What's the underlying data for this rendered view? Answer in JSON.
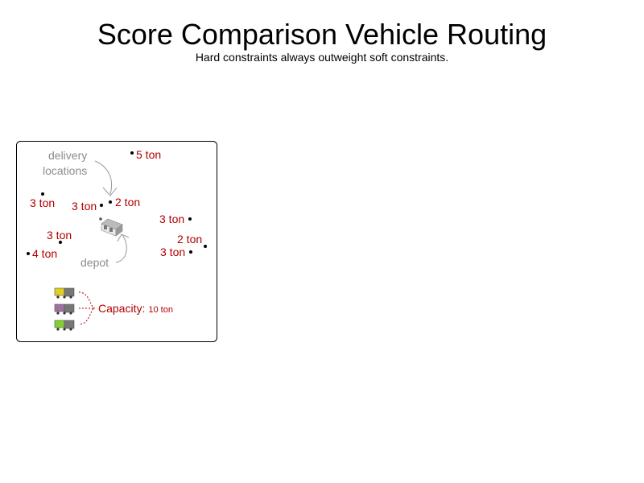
{
  "header": {
    "title": "Score Comparison Vehicle Routing",
    "subtitle": "Hard constraints always outweight soft constraints."
  },
  "diagram": {
    "annotations": {
      "delivery_line1": "delivery",
      "delivery_line2": "locations",
      "depot": "depot"
    },
    "locations": [
      {
        "label": "5 ton"
      },
      {
        "label": "3 ton"
      },
      {
        "label": "3 ton"
      },
      {
        "label": "2 ton"
      },
      {
        "label": "3 ton"
      },
      {
        "label": "2 ton"
      },
      {
        "label": "3 ton"
      },
      {
        "label": "3 ton"
      },
      {
        "label": "4 ton"
      }
    ],
    "vehicles": [
      {
        "color": "#e0d020"
      },
      {
        "color": "#a070a0"
      },
      {
        "color": "#80d030"
      }
    ],
    "capacity": {
      "label": "Capacity:",
      "value": "10 ton"
    }
  }
}
